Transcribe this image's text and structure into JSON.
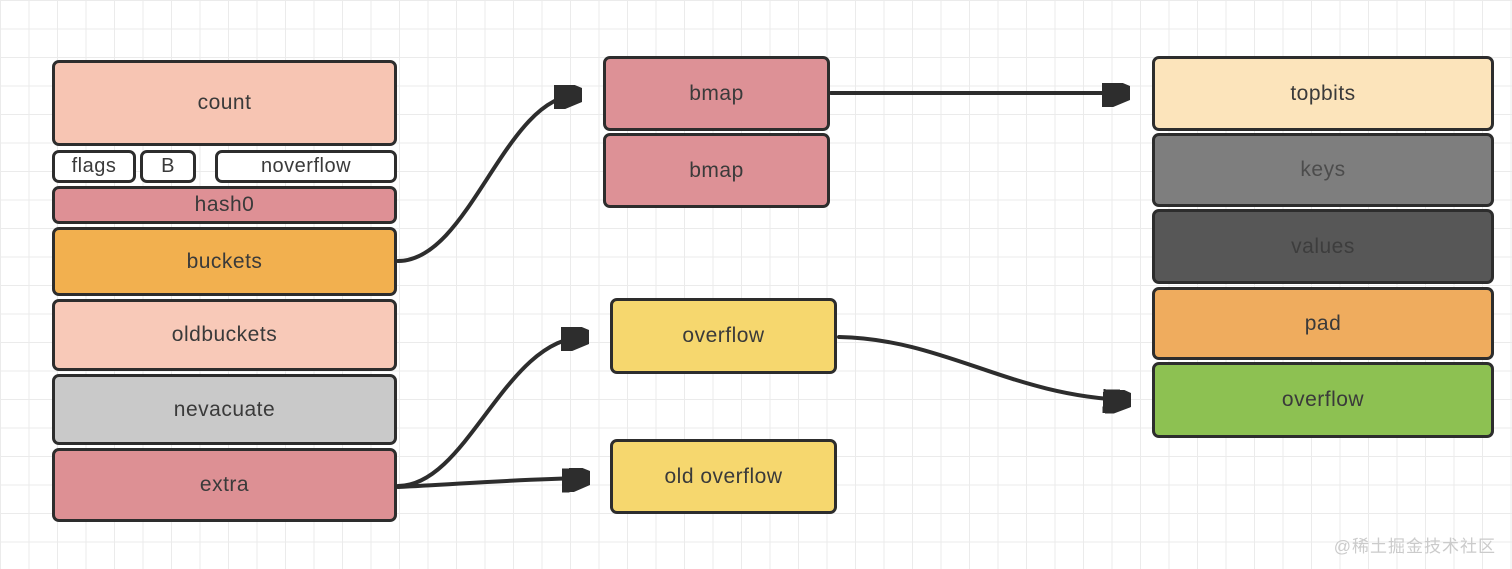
{
  "watermark": "@稀土掘金技术社区",
  "palette": {
    "background": "#ffffff",
    "grid_line": "#ebebeb",
    "border": "#2d2d2d",
    "arrow": "#2d2d2d",
    "text": "#3a3a3a",
    "watermark_text": "#cbcbcb"
  },
  "hmap": {
    "fields": [
      {
        "label": "count",
        "fill": "#f7c5b3"
      },
      {
        "label": "flags",
        "fill": "#ffffff"
      },
      {
        "label": "B",
        "fill": "#ffffff"
      },
      {
        "label": "noverflow",
        "fill": "#ffffff"
      },
      {
        "label": "hash0",
        "fill": "#de9095"
      },
      {
        "label": "buckets",
        "fill": "#f2b04f"
      },
      {
        "label": "oldbuckets",
        "fill": "#f8c9b8"
      },
      {
        "label": "nevacuate",
        "fill": "#c9c9c9"
      },
      {
        "label": "extra",
        "fill": "#dd9094"
      }
    ]
  },
  "bucket_nodes": [
    {
      "label": "bmap",
      "fill": "#dd9196"
    },
    {
      "label": "bmap",
      "fill": "#dd9196"
    }
  ],
  "overflow_nodes": [
    {
      "label": "overflow",
      "fill": "#f6d76e"
    },
    {
      "label": "old overflow",
      "fill": "#f6d76e"
    }
  ],
  "bmap": {
    "fields": [
      {
        "label": "topbits",
        "fill": "#fce4bb",
        "text_color": "#3a3a3a"
      },
      {
        "label": "keys",
        "fill": "#7e7e7e",
        "text_color": "#4c4c4c"
      },
      {
        "label": "values",
        "fill": "#575757",
        "text_color": "#3d3d3d"
      },
      {
        "label": "pad",
        "fill": "#efac5e",
        "text_color": "#3a3a3a"
      },
      {
        "label": "overflow",
        "fill": "#8dc152",
        "text_color": "#3a3a3a"
      }
    ]
  }
}
